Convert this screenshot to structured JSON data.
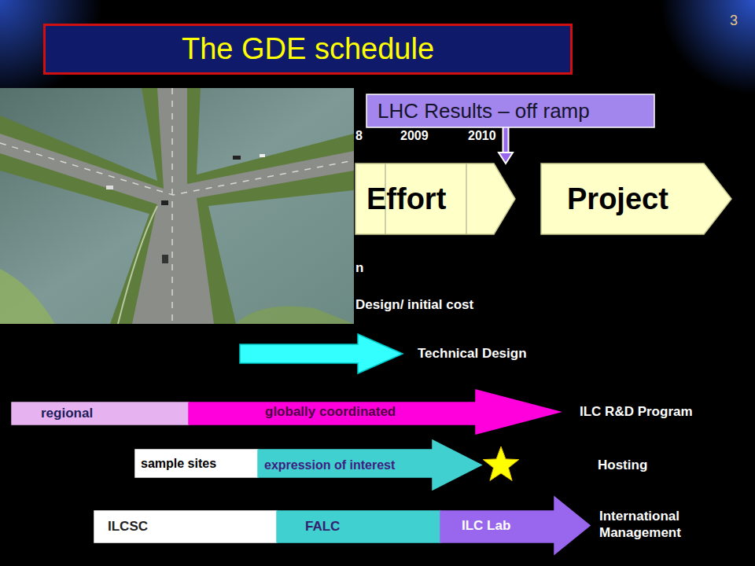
{
  "diagram": {
    "title": "The GDE schedule",
    "nodes": [
      {
        "text": [
          "LHC Results – off ramp"
        ]
      },
      {
        "text": [
          "Effort"
        ]
      },
      {
        "text": [
          "Project"
        ]
      },
      {
        "text": [
          "Technical Design"
        ]
      },
      {
        "text": [
          "regional"
        ]
      },
      {
        "text": [
          "globally coordinated",
          "ILC R&D Program"
        ]
      },
      {
        "text": [
          "sample sites"
        ]
      },
      {
        "text": [
          "expression of interest",
          "Hosting"
        ]
      },
      {
        "text": [
          "ILCSC"
        ]
      },
      {
        "text": [
          "FALC"
        ]
      },
      {
        "text": [
          "ILC Lab",
          "International Management"
        ]
      }
    ],
    "edges": [
      {
        "from": 0,
        "to": 1,
        "arrow": "to"
      }
    ],
    "labels": [
      "3",
      "8",
      "2009",
      "2010",
      "n",
      "Design/ initial cost"
    ]
  }
}
